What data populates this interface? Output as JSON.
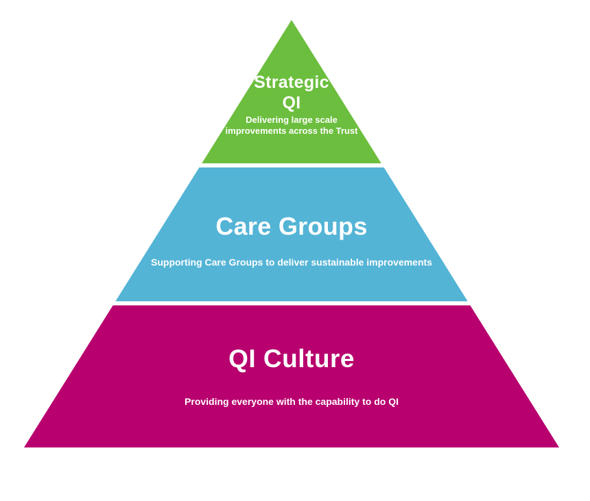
{
  "pyramid": {
    "description": "Three-tier QI pyramid diagram",
    "background_color": "#ffffff",
    "text_color": "#ffffff",
    "tiers": [
      {
        "name": "strategic-qi",
        "heading_line1": "Strategic",
        "heading_line2": "QI",
        "subtext_line1": "Delivering large scale",
        "subtext_line2": "improvements across the Trust",
        "color": "#6CBE3E"
      },
      {
        "name": "care-groups",
        "heading": "Care Groups",
        "subtext": "Supporting Care Groups to deliver sustainable improvements",
        "color": "#54B4D6"
      },
      {
        "name": "qi-culture",
        "heading": "QI Culture",
        "subtext": "Providing everyone with the capability to do QI",
        "color": "#B8006E"
      }
    ]
  }
}
